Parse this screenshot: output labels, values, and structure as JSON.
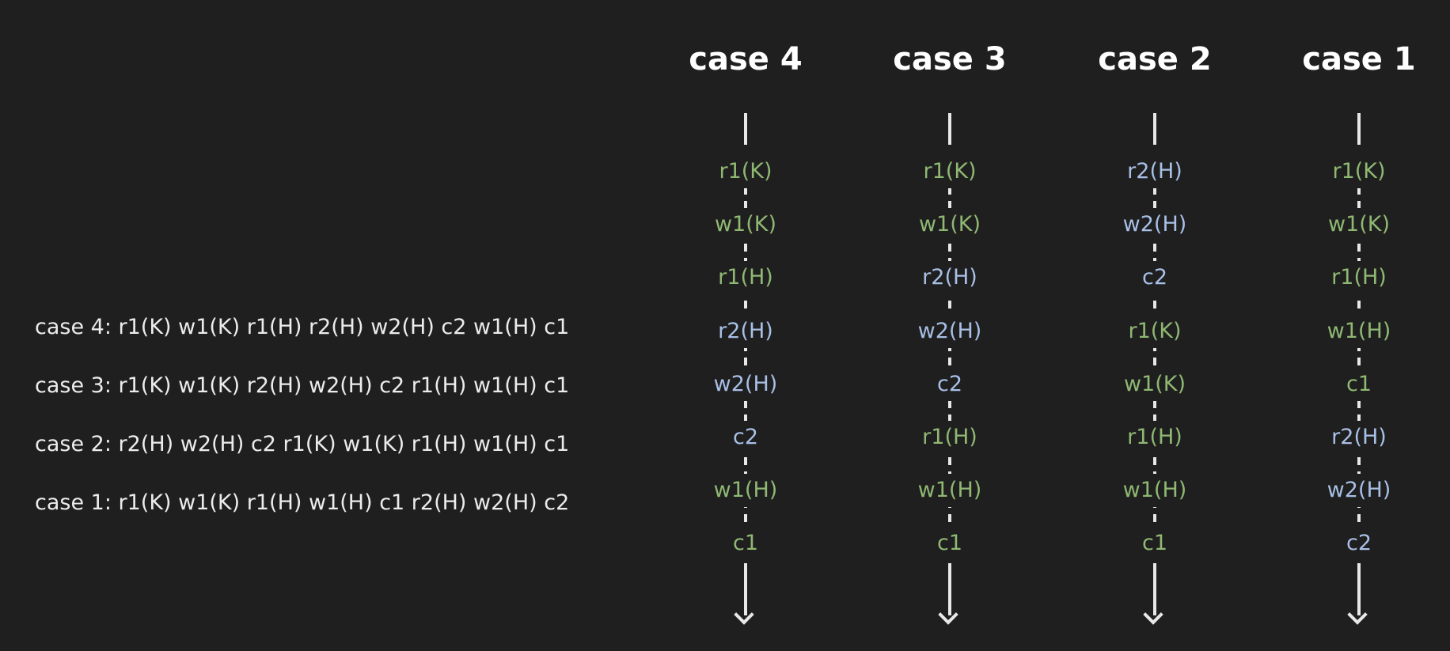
{
  "colors": {
    "background": "#1f1f1f",
    "transaction_1": "#8fb873",
    "transaction_2": "#a8bfe6",
    "line": "#e8e8e8"
  },
  "schedules": [
    "case 4: r1(K) w1(K) r1(H) r2(H) w2(H) c2 w1(H) c1",
    "case 3: r1(K) w1(K) r2(H) w2(H) c2 r1(H) w1(H) c1",
    "case 2: r2(H) w2(H) c2 r1(K) w1(K) r1(H) w1(H) c1",
    "case 1: r1(K) w1(K) r1(H) w1(H) c1 r2(H) w2(H) c2"
  ],
  "columns": [
    {
      "title": "case 4",
      "ops": [
        {
          "label": "r1(K)",
          "txn": 1
        },
        {
          "label": "w1(K)",
          "txn": 1
        },
        {
          "label": "r1(H)",
          "txn": 1
        },
        {
          "label": "r2(H)",
          "txn": 2
        },
        {
          "label": "w2(H)",
          "txn": 2
        },
        {
          "label": "c2",
          "txn": 2
        },
        {
          "label": "w1(H)",
          "txn": 1
        },
        {
          "label": "c1",
          "txn": 1
        }
      ]
    },
    {
      "title": "case 3",
      "ops": [
        {
          "label": "r1(K)",
          "txn": 1
        },
        {
          "label": "w1(K)",
          "txn": 1
        },
        {
          "label": "r2(H)",
          "txn": 2
        },
        {
          "label": "w2(H)",
          "txn": 2
        },
        {
          "label": "c2",
          "txn": 2
        },
        {
          "label": "r1(H)",
          "txn": 1
        },
        {
          "label": "w1(H)",
          "txn": 1
        },
        {
          "label": "c1",
          "txn": 1
        }
      ]
    },
    {
      "title": "case 2",
      "ops": [
        {
          "label": "r2(H)",
          "txn": 2
        },
        {
          "label": "w2(H)",
          "txn": 2
        },
        {
          "label": "c2",
          "txn": 2
        },
        {
          "label": "r1(K)",
          "txn": 1
        },
        {
          "label": "w1(K)",
          "txn": 1
        },
        {
          "label": "r1(H)",
          "txn": 1
        },
        {
          "label": "w1(H)",
          "txn": 1
        },
        {
          "label": "c1",
          "txn": 1
        }
      ]
    },
    {
      "title": "case 1",
      "ops": [
        {
          "label": "r1(K)",
          "txn": 1
        },
        {
          "label": "w1(K)",
          "txn": 1
        },
        {
          "label": "r1(H)",
          "txn": 1
        },
        {
          "label": "w1(H)",
          "txn": 1
        },
        {
          "label": "c1",
          "txn": 1
        },
        {
          "label": "r2(H)",
          "txn": 2
        },
        {
          "label": "w2(H)",
          "txn": 2
        },
        {
          "label": "c2",
          "txn": 2
        }
      ]
    }
  ]
}
